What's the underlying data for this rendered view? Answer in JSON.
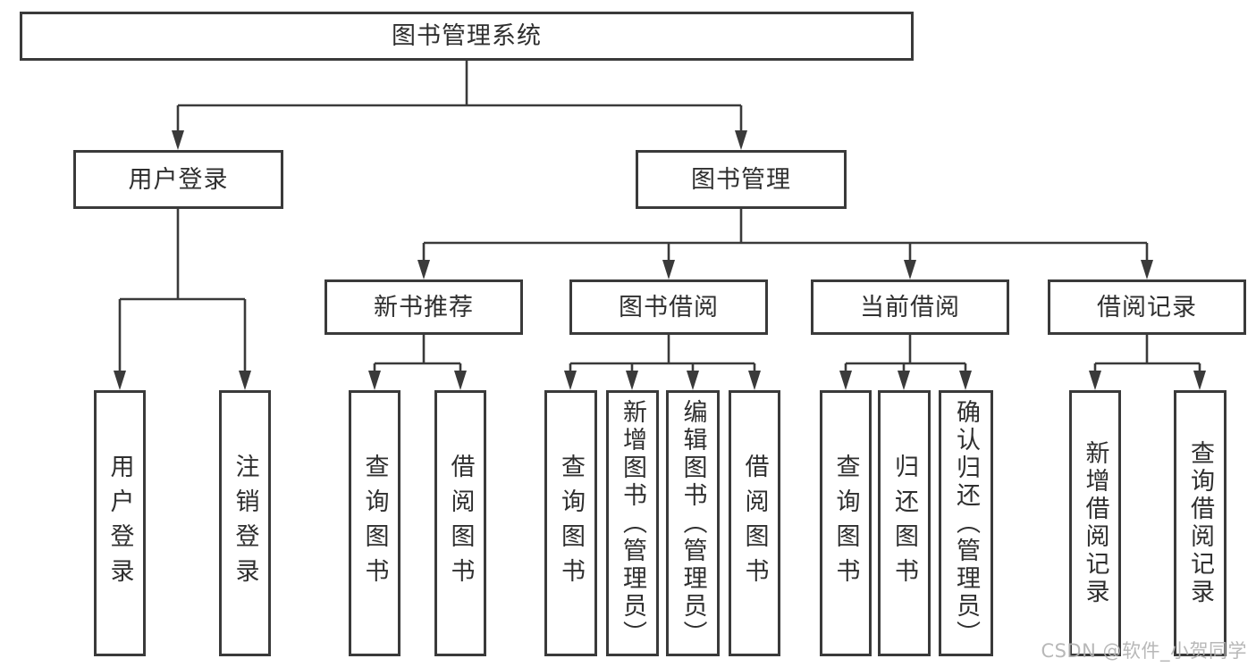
{
  "diagram": {
    "title": "图书管理系统",
    "root": {
      "label": "图书管理系统"
    },
    "level2": [
      {
        "label": "用户登录"
      },
      {
        "label": "图书管理"
      }
    ],
    "level3": [
      {
        "label": "新书推荐",
        "parent": "图书管理"
      },
      {
        "label": "图书借阅",
        "parent": "图书管理"
      },
      {
        "label": "当前借阅",
        "parent": "图书管理"
      },
      {
        "label": "借阅记录",
        "parent": "图书管理"
      }
    ],
    "leaves": [
      {
        "label": "用户登录",
        "parent": "用户登录"
      },
      {
        "label": "注销登录",
        "parent": "用户登录"
      },
      {
        "label": "查询图书",
        "parent": "新书推荐"
      },
      {
        "label": "借阅图书",
        "parent": "新书推荐"
      },
      {
        "label": "查询图书",
        "parent": "图书借阅"
      },
      {
        "label": "新增图书（管理员）",
        "parent": "图书借阅"
      },
      {
        "label": "编辑图书（管理员）",
        "parent": "图书借阅"
      },
      {
        "label": "借阅图书",
        "parent": "图书借阅"
      },
      {
        "label": "查询图书",
        "parent": "当前借阅"
      },
      {
        "label": "归还图书",
        "parent": "当前借阅"
      },
      {
        "label": "确认归还（管理员）",
        "parent": "当前借阅"
      },
      {
        "label": "新增借阅记录",
        "parent": "借阅记录"
      },
      {
        "label": "查询借阅记录",
        "parent": "借阅记录"
      }
    ]
  },
  "watermark": {
    "text": "CSDN @软件_小贺同学"
  },
  "colors": {
    "line": "#3a3a3a",
    "text": "#2f2f2f",
    "background": "#ffffff",
    "watermark": "#b2b2b2"
  }
}
